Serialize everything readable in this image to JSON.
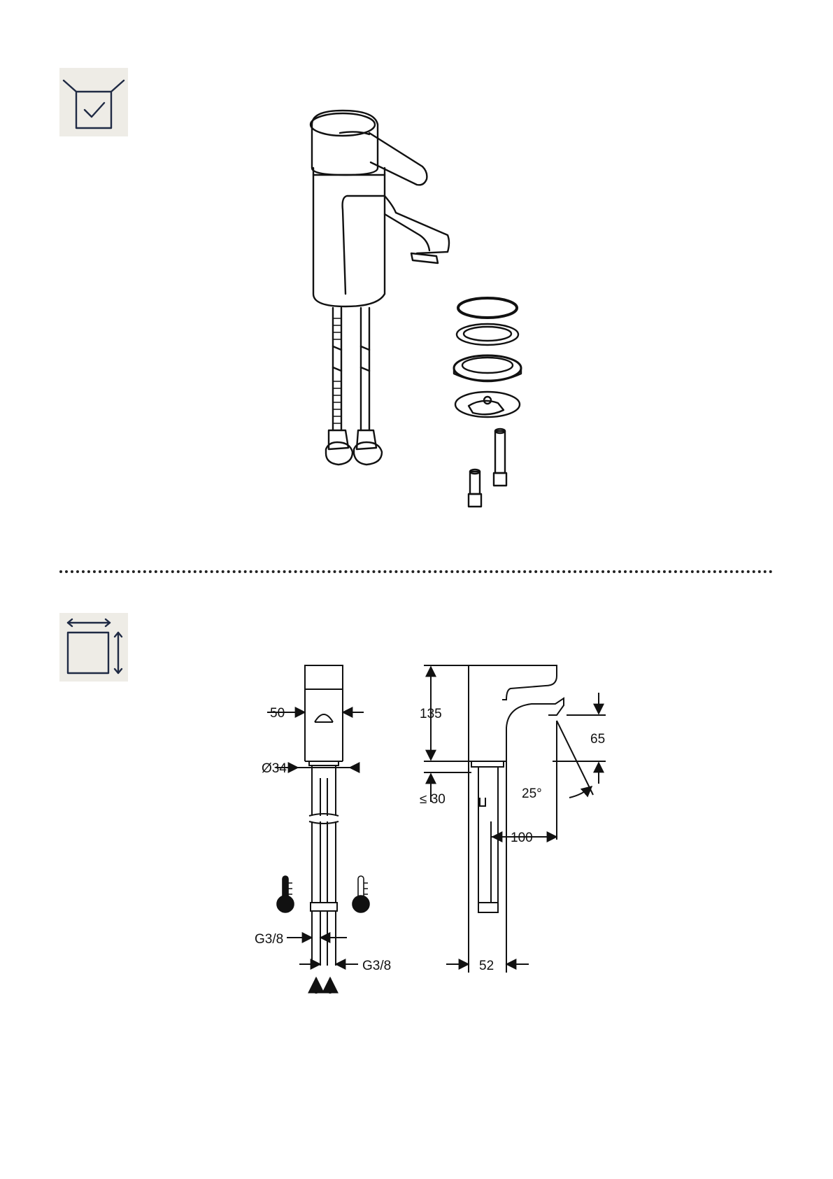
{
  "sections": {
    "scope_of_delivery": {
      "icon": "package-check-icon"
    },
    "dimensions": {
      "icon": "dimensions-icon"
    }
  },
  "dimension_labels": {
    "width": "50",
    "hole_diameter": "Ø34",
    "height": "135",
    "spout_height": "65",
    "deck_thickness": "≤ 30",
    "spout_angle": "25°",
    "projection": "100",
    "connection_left": "G3/8",
    "connection_right": "G3/8",
    "base_depth": "52"
  },
  "colors": {
    "line": "#111111",
    "icon_bg": "#eeece6",
    "icon_stroke": "#1f2a44"
  }
}
